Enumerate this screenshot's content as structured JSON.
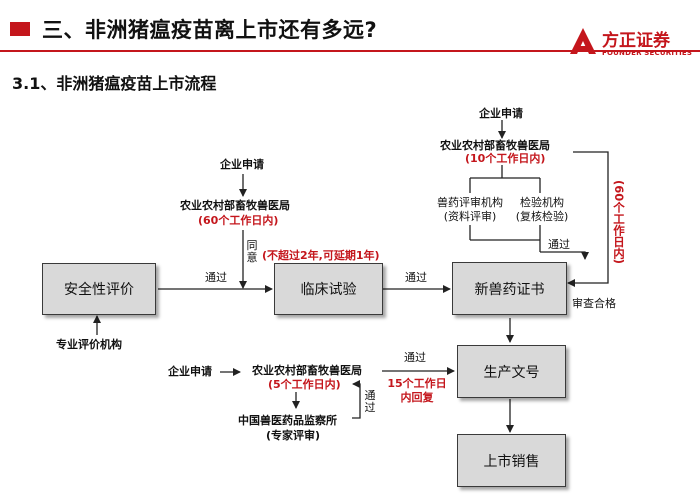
{
  "header": {
    "title": "三、非洲猪瘟疫苗离上市还有多远?",
    "logo_cn": "方正证券",
    "logo_en": "FOUNDER SECURITIES"
  },
  "section": {
    "subtitle": "3.1、非洲猪瘟疫苗上市流程"
  },
  "boxes": {
    "safety": "安全性评价",
    "clinical": "临床试验",
    "certificate": "新兽药证书",
    "production": "生产文号",
    "sales": "上市销售"
  },
  "labels": {
    "enterprise_apply": "企业申请",
    "moa_bureau": "农业农村部畜牧兽医局",
    "days60": "(60个工作日内)",
    "days10": "(10个工作日内)",
    "days5": "(5个工作日内)",
    "review_agency": "兽药评审机构",
    "review_agency_sub": "(资料评审)",
    "inspection_agency": "检验机构",
    "inspection_agency_sub": "(复核检验)",
    "passed": "通过",
    "agree": "同意",
    "limit": "(不超过2年,可延期1年)",
    "review_ok": "审查合格",
    "vert60": "(60个工作日内)",
    "pro_eval": "专业评价机构",
    "institute": "中国兽医药品监察所",
    "expert_review": "(专家评审)",
    "days15_line1": "15个工作日",
    "days15_line2": "内回复"
  }
}
